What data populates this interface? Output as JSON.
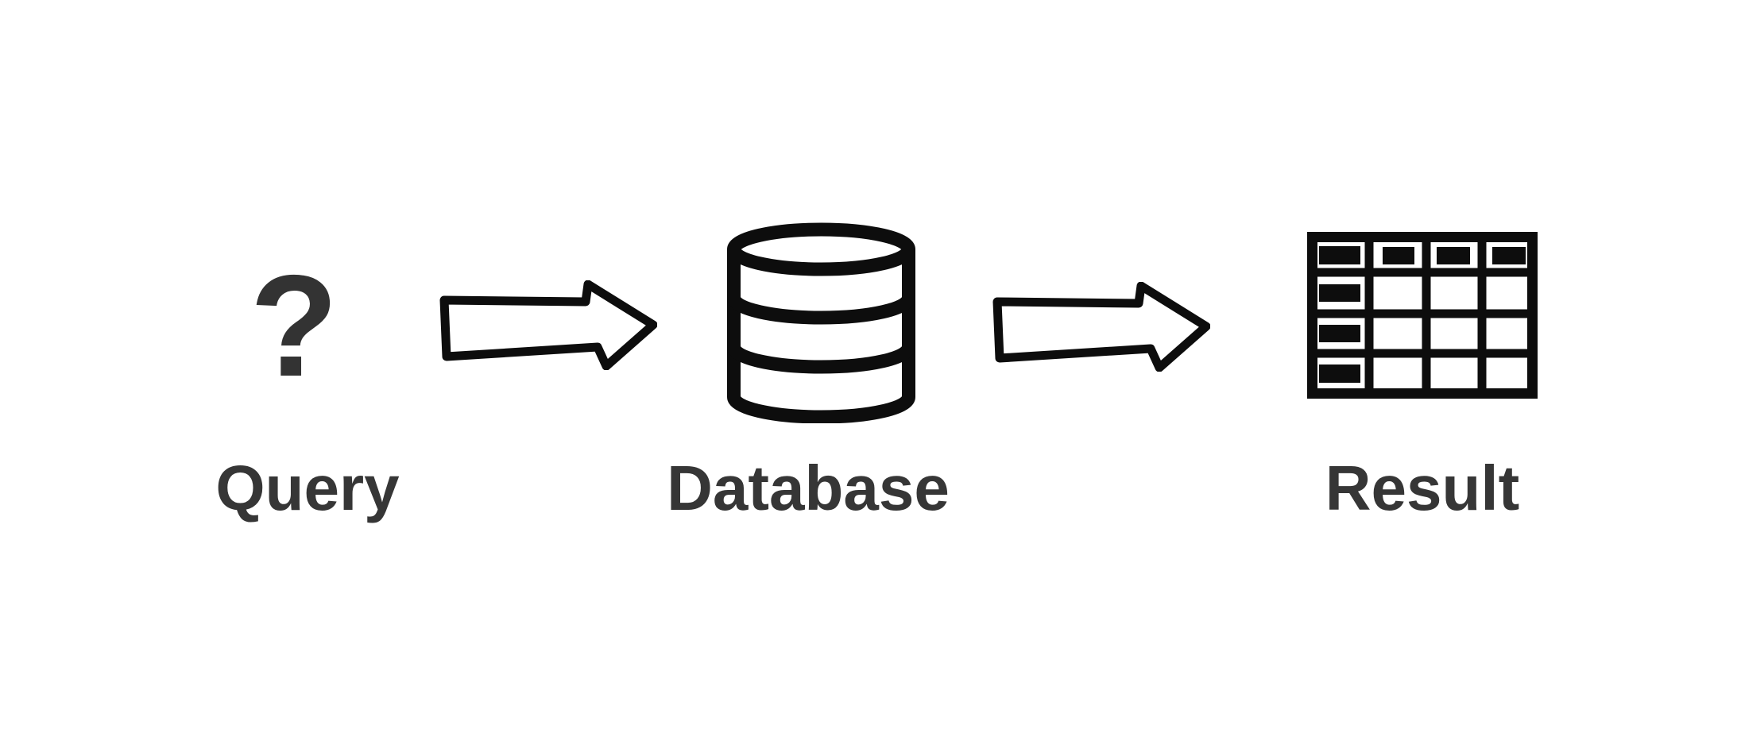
{
  "diagram": {
    "background_color": "#ffffff",
    "icon_color": "#0d0d0d",
    "label_color": "#363636",
    "nodes": [
      {
        "id": "query",
        "label": "Query",
        "icon": "question-mark-icon",
        "glyph": "?"
      },
      {
        "id": "database",
        "label": "Database",
        "icon": "database-icon"
      },
      {
        "id": "result",
        "label": "Result",
        "icon": "table-icon"
      }
    ],
    "connectors": [
      {
        "from": "query",
        "to": "database",
        "style": "outlined-right-arrow"
      },
      {
        "from": "database",
        "to": "result",
        "style": "outlined-right-arrow"
      }
    ]
  }
}
